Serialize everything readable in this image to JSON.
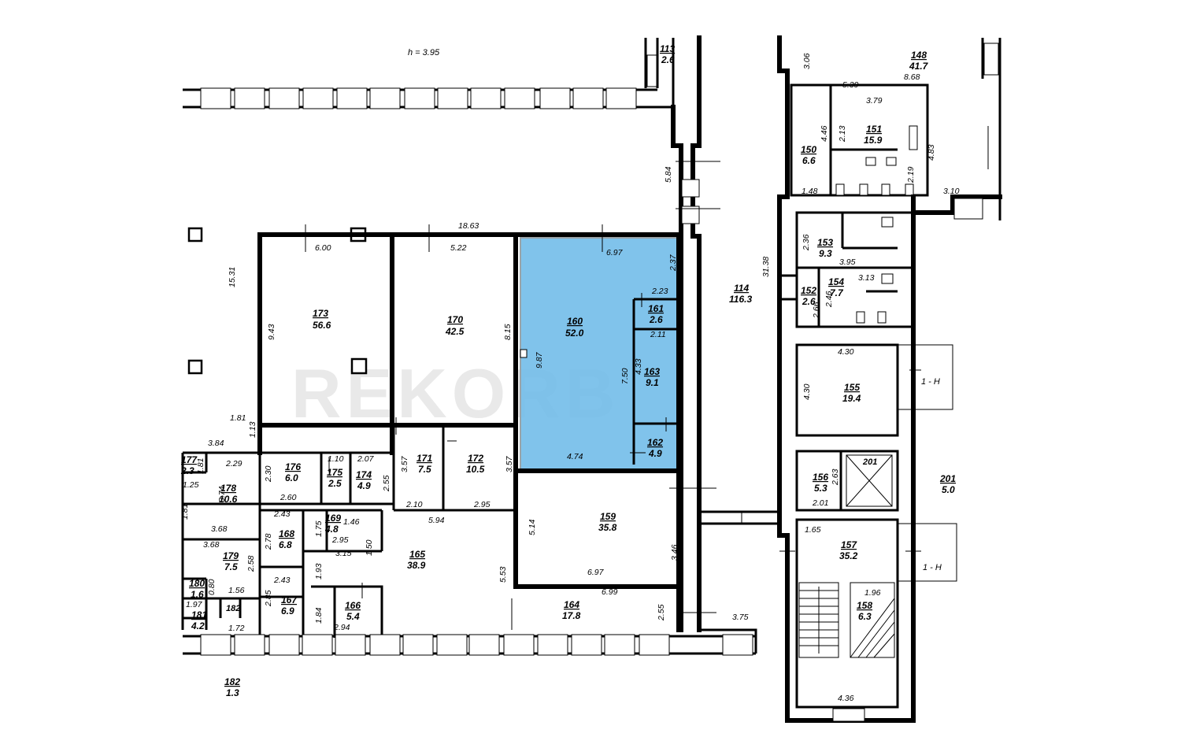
{
  "height_label": "h = 3.95",
  "watermark": "REKORB",
  "rooms": [
    {
      "id": "173",
      "no": "173",
      "area": "56.6"
    },
    {
      "id": "170",
      "no": "170",
      "area": "42.5"
    },
    {
      "id": "160",
      "no": "160",
      "area": "52.0",
      "highlighted": true
    },
    {
      "id": "161",
      "no": "161",
      "area": "2.6"
    },
    {
      "id": "163",
      "no": "163",
      "area": "9.1"
    },
    {
      "id": "162",
      "no": "162",
      "area": "4.9"
    },
    {
      "id": "159",
      "no": "159",
      "area": "35.8"
    },
    {
      "id": "176",
      "no": "176",
      "area": "6.0"
    },
    {
      "id": "175",
      "no": "175",
      "area": "2.5"
    },
    {
      "id": "174",
      "no": "174",
      "area": "4.9"
    },
    {
      "id": "171",
      "no": "171",
      "area": "7.5"
    },
    {
      "id": "172",
      "no": "172",
      "area": "10.5"
    },
    {
      "id": "177",
      "no": "177",
      "area": "2.3"
    },
    {
      "id": "178",
      "no": "178",
      "area": "10.6"
    },
    {
      "id": "169",
      "no": "169",
      "area": "4.8"
    },
    {
      "id": "168",
      "no": "168",
      "area": "6.8"
    },
    {
      "id": "165",
      "no": "165",
      "area": "38.9"
    },
    {
      "id": "179",
      "no": "179",
      "area": "7.5"
    },
    {
      "id": "180",
      "no": "180",
      "area": "1.6"
    },
    {
      "id": "181",
      "no": "181",
      "area": "4.2"
    },
    {
      "id": "167",
      "no": "167",
      "area": "6.9"
    },
    {
      "id": "166",
      "no": "166",
      "area": "5.4"
    },
    {
      "id": "164",
      "no": "164",
      "area": "17.8"
    },
    {
      "id": "182",
      "no": "182",
      "area": "1.3"
    },
    {
      "id": "113",
      "no": "113",
      "area": "2.6"
    },
    {
      "id": "114",
      "no": "114",
      "area": "116.3"
    },
    {
      "id": "148",
      "no": "148",
      "area": "41.7"
    },
    {
      "id": "150",
      "no": "150",
      "area": "6.6"
    },
    {
      "id": "151",
      "no": "151",
      "area": "15.9"
    },
    {
      "id": "153",
      "no": "153",
      "area": "9.3"
    },
    {
      "id": "154",
      "no": "154",
      "area": "7.7"
    },
    {
      "id": "152",
      "no": "152",
      "area": "2.6"
    },
    {
      "id": "155",
      "no": "155",
      "area": "19.4"
    },
    {
      "id": "156",
      "no": "156",
      "area": "5.3"
    },
    {
      "id": "201a",
      "no": "201",
      "area": "5.0"
    },
    {
      "id": "157",
      "no": "157",
      "area": "35.2"
    },
    {
      "id": "158",
      "no": "158",
      "area": "6.3"
    }
  ],
  "plain_labels": {
    "201b": "201",
    "182b": "182",
    "exit1": "1 - Н",
    "exit2": "1 - Н"
  },
  "dims": {
    "d1": "18.63",
    "d2": "6.00",
    "d3": "5.22",
    "d4": "6.97",
    "d5": "2.37",
    "d6": "2.23",
    "d7": "15.31",
    "d8": "9.43",
    "d9": "8.15",
    "d10": "9.87",
    "d11": "2.11",
    "d12": "4.33",
    "d13": "7.50",
    "d14": "4.74",
    "d15": "1.81",
    "d16": "1.13",
    "d17": "3.84",
    "d18": "2.29",
    "d19": "1.10",
    "d20": "2.07",
    "d21": "2.30",
    "d22": "2.55",
    "d23": "3.57",
    "d24": "3.57",
    "d25": "1.81",
    "d26": "1.25",
    "d27": "3.74",
    "d28": "2.60",
    "d29": "2.10",
    "d30": "2.95",
    "d31": "1.81",
    "d32": "2.43",
    "d33": "1.75",
    "d34": "1.46",
    "d35": "5.94",
    "d36": "5.14",
    "d37": "3.68",
    "d38": "2.78",
    "d39": "2.95",
    "d40": "1.50",
    "d41": "3.68",
    "d42": "3.15",
    "d43": "2.58",
    "d44": "1.93",
    "d45": "5.53",
    "d46": "3.46",
    "d47": "6.97",
    "d48": "2.43",
    "d49": "0.80",
    "d50": "1.56",
    "d51": "2.85",
    "d52": "1.97",
    "d53": "1.84",
    "d54": "2.94",
    "d55": "1.72",
    "d56": "6.99",
    "d57": "2.55",
    "d58": "3.75",
    "d59": "5.84",
    "d60": "3.06",
    "d61": "5.39",
    "d62": "8.68",
    "d63": "3.79",
    "d64": "4.46",
    "d65": "2.13",
    "d66": "4.83",
    "d67": "2.19",
    "d68": "1.48",
    "d69": "3.10",
    "d70": "31.38",
    "d71": "2.36",
    "d72": "3.95",
    "d73": "3.13",
    "d74": "2.46",
    "d75": "2.66",
    "d76": "4.30",
    "d77": "4.30",
    "d78": "2.63",
    "d79": "2.01",
    "d80": "1.65",
    "d81": "1.96",
    "d82": "4.36"
  }
}
